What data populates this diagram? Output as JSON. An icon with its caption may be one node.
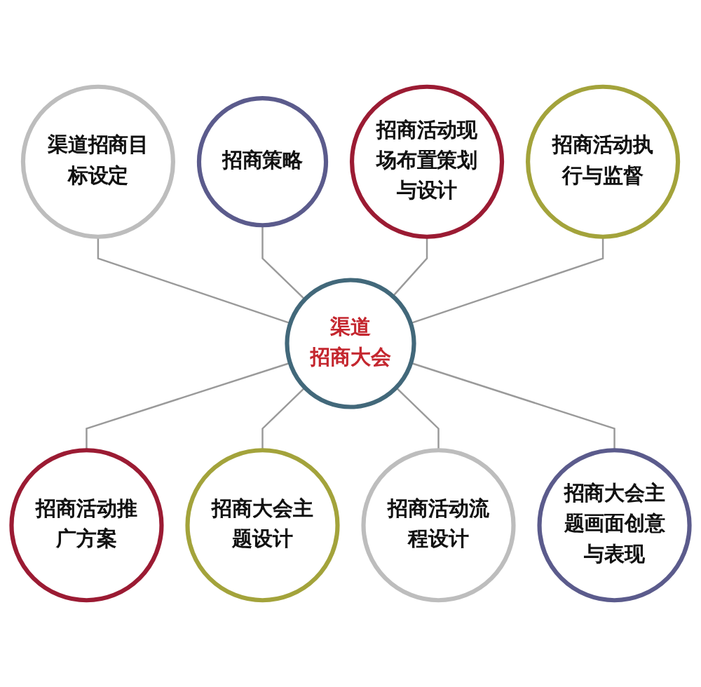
{
  "diagram": {
    "nodes": [
      {
        "text": [
          "渠道",
          "招商大会"
        ]
      },
      {
        "text": [
          "渠道招商目标设定"
        ]
      },
      {
        "text": [
          "招商策略"
        ]
      },
      {
        "text": [
          "招商活动推广方案"
        ]
      },
      {
        "text": [
          "招商大会主题设计"
        ]
      },
      {
        "text": [
          "招商活动流程设计"
        ]
      },
      {
        "text": [
          "招商大会主题画面创意与表现"
        ]
      },
      {
        "text": [
          "招商活动现场布置策划与设计"
        ]
      },
      {
        "text": [
          "招商活动执行与监督"
        ]
      }
    ],
    "edges": [
      {
        "from": 1,
        "to": 0,
        "arrow": "none"
      },
      {
        "from": 2,
        "to": 0,
        "arrow": "none"
      },
      {
        "from": 0,
        "to": 3,
        "arrow": "none"
      },
      {
        "from": 0,
        "to": 4,
        "arrow": "none"
      },
      {
        "from": 0,
        "to": 5,
        "arrow": "none"
      },
      {
        "from": 0,
        "to": 6,
        "arrow": "none"
      },
      {
        "from": 7,
        "to": 0,
        "arrow": "none"
      },
      {
        "from": 8,
        "to": 0,
        "arrow": "none"
      }
    ]
  }
}
